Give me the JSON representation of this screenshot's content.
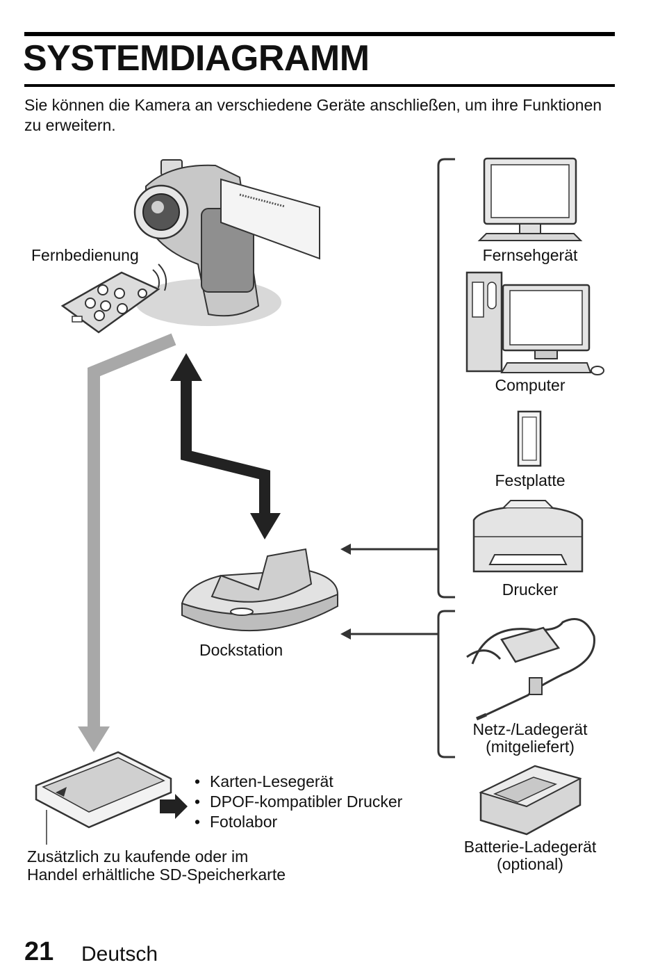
{
  "page": {
    "title": "SYSTEMDIAGRAMM",
    "intro": "Sie können die Kamera an verschiedene Geräte anschließen, um ihre Funktionen zu erweitern."
  },
  "diagram": {
    "remote_label": "Fernbedienung",
    "dock_label": "Dockstation",
    "card_caption_line1": "Zusätzlich zu kaufende oder im",
    "card_caption_line2": "Handel erhältliche SD-Speicherkarte",
    "card_uses": [
      "Karten-Lesegerät",
      "DPOF-kompatibler Drucker",
      "Fotolabor"
    ],
    "devices": {
      "tv": "Fernsehgerät",
      "computer": "Computer",
      "hdd": "Festplatte",
      "printer": "Drucker",
      "ac_adapter_line1": "Netz-/Ladegerät",
      "ac_adapter_line2": "(mitgeliefert)",
      "battery_charger_line1": "Batterie-Ladegerät",
      "battery_charger_line2": "(optional)"
    }
  },
  "footer": {
    "page_number": "21",
    "language": "Deutsch"
  }
}
